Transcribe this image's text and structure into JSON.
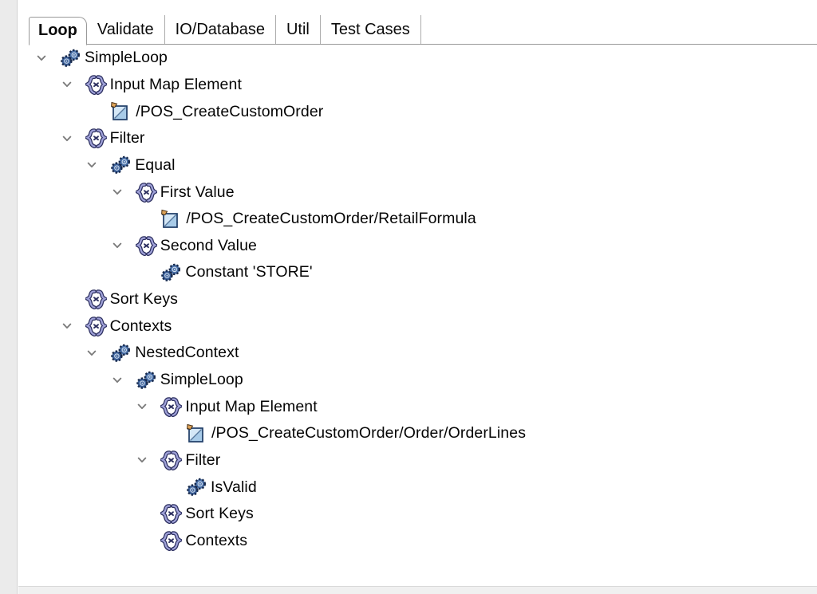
{
  "tabs": [
    {
      "label": "Loop",
      "active": true
    },
    {
      "label": "Validate",
      "active": false
    },
    {
      "label": "IO/Database",
      "active": false
    },
    {
      "label": "Util",
      "active": false
    },
    {
      "label": "Test Cases",
      "active": false
    }
  ],
  "tree": {
    "rows": [
      {
        "label": "SimpleLoop",
        "level": 0,
        "icon": "gears",
        "chevron": true,
        "expanded": true
      },
      {
        "label": "Input Map Element",
        "level": 1,
        "icon": "brackets",
        "chevron": true,
        "expanded": true
      },
      {
        "label": "/POS_CreateCustomOrder",
        "level": 2,
        "icon": "document",
        "chevron": false
      },
      {
        "label": "Filter",
        "level": 1,
        "icon": "brackets",
        "chevron": true,
        "expanded": true
      },
      {
        "label": "Equal",
        "level": 2,
        "icon": "gears",
        "chevron": true,
        "expanded": true
      },
      {
        "label": "First Value",
        "level": 3,
        "icon": "brackets",
        "chevron": true,
        "expanded": true
      },
      {
        "label": "/POS_CreateCustomOrder/RetailFormula",
        "level": 4,
        "icon": "document",
        "chevron": false
      },
      {
        "label": "Second Value",
        "level": 3,
        "icon": "brackets",
        "chevron": true,
        "expanded": true
      },
      {
        "label": "Constant 'STORE'",
        "level": 4,
        "icon": "gears",
        "chevron": false
      },
      {
        "label": "Sort Keys",
        "level": 1,
        "icon": "brackets",
        "chevron": false
      },
      {
        "label": "Contexts",
        "level": 1,
        "icon": "brackets",
        "chevron": true,
        "expanded": true
      },
      {
        "label": "NestedContext",
        "level": 2,
        "icon": "gears",
        "chevron": true,
        "expanded": true
      },
      {
        "label": "SimpleLoop",
        "level": 3,
        "icon": "gears",
        "chevron": true,
        "expanded": true
      },
      {
        "label": "Input Map Element",
        "level": 4,
        "icon": "brackets",
        "chevron": true,
        "expanded": true
      },
      {
        "label": "/POS_CreateCustomOrder/Order/OrderLines",
        "level": 5,
        "icon": "document",
        "chevron": false
      },
      {
        "label": "Filter",
        "level": 4,
        "icon": "brackets",
        "chevron": true,
        "expanded": true
      },
      {
        "label": "IsValid",
        "level": 5,
        "icon": "gears",
        "chevron": false
      },
      {
        "label": "Sort Keys",
        "level": 4,
        "icon": "brackets",
        "chevron": false
      },
      {
        "label": "Contexts",
        "level": 4,
        "icon": "brackets",
        "chevron": false
      }
    ]
  },
  "icons": {
    "gears": "gears-icon",
    "brackets": "loop-brackets-icon",
    "document": "mapped-document-icon",
    "chevron": "chevron-down-icon"
  },
  "colors": {
    "tab_border": "#9a9a9a",
    "tab_divider": "#acacac",
    "left_panel": "#ebebeb",
    "chevron": "#7a7a7a",
    "gear_fill_dark": "#3b5f98",
    "gear_fill_light": "#4a71aa",
    "gear_outline": "#16284a",
    "bracket_fill": "#9fa1d8",
    "bracket_outline": "#2b2e5e",
    "doc_fill_light": "#d4e7f6",
    "doc_fill_dark": "#a8cbe8",
    "doc_outline": "#1d3b66",
    "pen_fill": "#dca258"
  }
}
